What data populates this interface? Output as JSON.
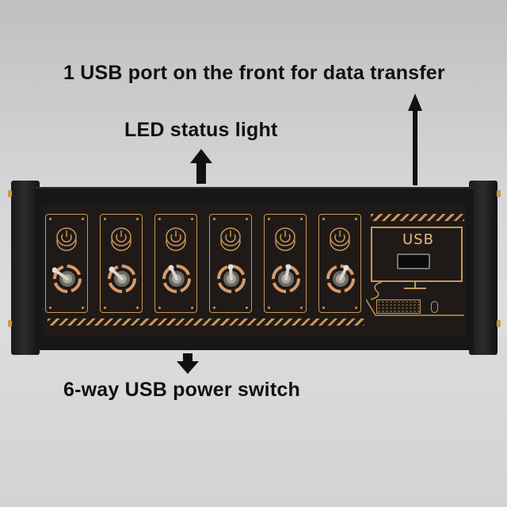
{
  "captions": {
    "top": "1 USB port on the front for data transfer",
    "led": "LED status light",
    "bottom": "6-way USB power switch"
  },
  "device": {
    "usb_label": "USB",
    "switch_count": 6,
    "accent_color": "#c9955a",
    "body_color": "#1a1a1a"
  },
  "arrows": [
    {
      "name": "arrow-up-usb",
      "direction": "up"
    },
    {
      "name": "arrow-up-led",
      "direction": "up"
    },
    {
      "name": "arrow-down-switch",
      "direction": "down"
    }
  ]
}
